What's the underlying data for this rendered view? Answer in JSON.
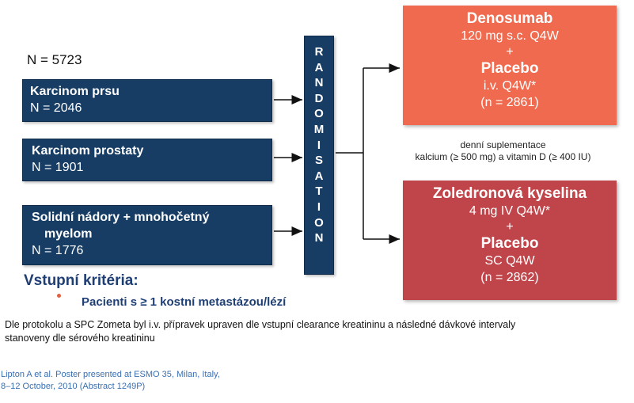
{
  "total_n": "N = 5723",
  "populations": [
    {
      "name": "Karcinom prsu",
      "n": "N = 2046"
    },
    {
      "name": "Karcinom prostaty",
      "n": "N = 1901"
    },
    {
      "name_line1": "Solidní nádory + mnohočetný",
      "name_line2": "myelom",
      "n": "N = 1776"
    }
  ],
  "randomisation_letters": [
    "R",
    "A",
    "N",
    "D",
    "O",
    "M",
    "I",
    "S",
    "A",
    "T",
    "I",
    "O",
    "N"
  ],
  "arms": [
    {
      "drug": "Denosumab",
      "dose": "120 mg s.c. Q4W",
      "plus": "+",
      "placebo": "Placebo",
      "placebo_route": "i.v. Q4W*",
      "n": "(n = 2861)"
    },
    {
      "drug": "Zoledronová kyselina",
      "dose": "4 mg IV Q4W*",
      "plus": "+",
      "placebo": "Placebo",
      "placebo_route": "SC Q4W",
      "n": "(n = 2862)"
    }
  ],
  "supplementation": {
    "line1": "denní suplementace",
    "line2": "kalcium (≥ 500 mg) a vitamin D (≥ 400 IU)"
  },
  "entry_criteria": {
    "title": "Vstupní kritéria:",
    "bullet": "Pacienti s ≥ 1 kostní metastázou/lézí"
  },
  "footnote": {
    "line1": "Dle protokolu a SPC Zometa byl i.v. přípravek upraven dle vstupní clearance kreatininu a následné dávkové intervaly",
    "line2": "stanoveny dle sérového kreatininu"
  },
  "reference": {
    "line1": "Lipton A et al. Poster presented at ESMO 35, Milan, Italy,",
    "line2": "8–12 October, 2010 (Abstract 1249P)"
  },
  "colors": {
    "navy": "#173d64",
    "denosumab_arm": "#ef6a4e",
    "zoledronic_arm": "#c0454a",
    "title_blue": "#1f3f74",
    "reference_blue": "#3a6fb0"
  }
}
